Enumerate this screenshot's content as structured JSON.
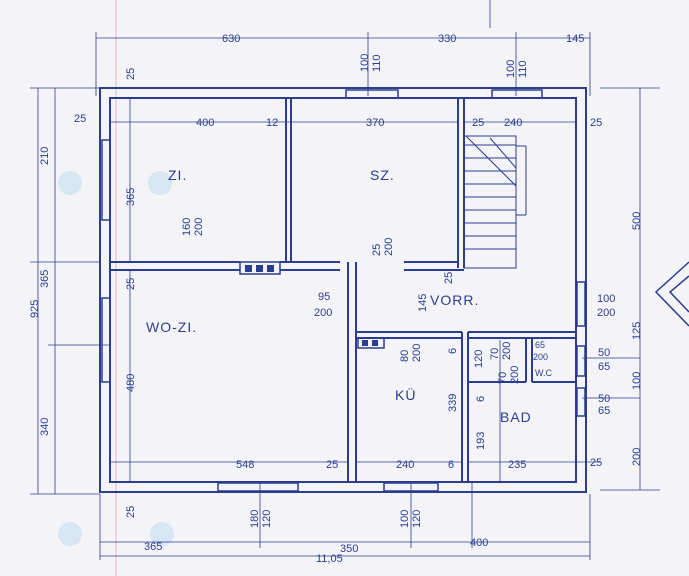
{
  "colors": {
    "ink": "#2b3d8f",
    "paper": "#f4f4f8",
    "hole": "#d7e6f3"
  },
  "rooms": {
    "zi": "ZI.",
    "sz": "SZ.",
    "wo": "WO-ZI.",
    "vorr": "VORR.",
    "ku": "KÜ",
    "wc": "W.C",
    "bad": "BAD"
  },
  "dims": {
    "top_630": "630",
    "top_330": "330",
    "top_145": "145",
    "top_25": "25",
    "top_100": "100",
    "top_110": "110",
    "top_100b": "100",
    "top_110b": "110",
    "zi_400": "400",
    "zi_12": "12",
    "sz_370": "370",
    "st_25": "25",
    "st_240": "240",
    "right_25a": "25",
    "left_25": "25",
    "left_210": "210",
    "left_365": "365",
    "left_925": "925",
    "left_340": "340",
    "zi_365": "365",
    "zi_160": "160",
    "zi_200": "200",
    "sz_25": "25",
    "sz_200": "200",
    "vorr_25": "25",
    "vorr_145": "145",
    "wo_25": "25",
    "wo_95": "95",
    "wo_200": "200",
    "wo_480": "480",
    "ku_80": "80",
    "ku_200": "200",
    "ku_6a": "6",
    "ku_339": "339",
    "ku_6b": "6",
    "bath_120": "120",
    "bath_70a": "70",
    "bath_200a": "200",
    "bath_70b": "70",
    "bath_200b": "200",
    "wc_65": "65",
    "wc_200": "200",
    "bath_193": "193",
    "right_100": "100",
    "right_200a": "200",
    "right_500": "500",
    "right_125": "125",
    "right_50a": "50",
    "right_65a": "65",
    "right_100b": "100",
    "right_50b": "50",
    "right_65b": "65",
    "right_200b": "200",
    "bot_548": "548",
    "bot_25a": "25",
    "bot_240": "240",
    "bot_6": "6",
    "bot_235": "235",
    "bot_25b": "25",
    "bot_25c": "25",
    "bot_180": "180",
    "bot_120a": "120",
    "bot_100": "100",
    "bot_120b": "120",
    "bot_365": "365",
    "bot_350": "350",
    "bot_400": "400",
    "bot_1105": "11,05"
  }
}
